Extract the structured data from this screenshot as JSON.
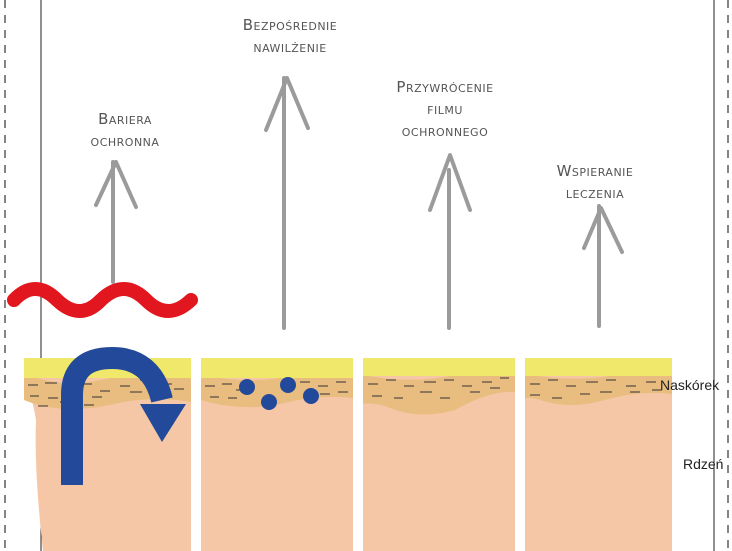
{
  "labels": {
    "bariera": {
      "line1": "Bariera",
      "line2": "ochronna"
    },
    "bezposrednie": {
      "line1": "Bezpośrednie",
      "line2": "nawilżenie"
    },
    "przywrocenie": {
      "line1": "Przywrócenie",
      "line2": "filmu",
      "line3": "ochronnego"
    },
    "wspieranie": {
      "line1": "Wspieranie",
      "line2": "leczenia"
    }
  },
  "layers": {
    "epidermis": "Naskórek",
    "dermis": "Rdzeń"
  },
  "colors": {
    "surface": "#f0e86a",
    "epidermis": "#e9bd7f",
    "dermis": "#f6c7a6",
    "arrow": "#9b9b9b",
    "wave": "#e2161e",
    "blue": "#234a9a"
  }
}
